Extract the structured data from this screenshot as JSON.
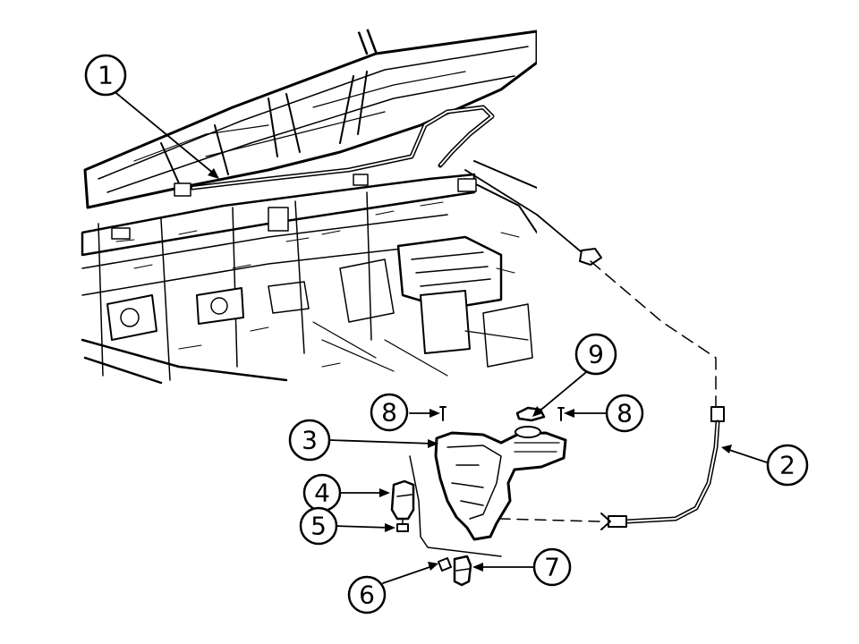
{
  "callouts": [
    {
      "id": "1",
      "label": "1"
    },
    {
      "id": "2",
      "label": "2"
    },
    {
      "id": "3",
      "label": "3"
    },
    {
      "id": "4",
      "label": "4"
    },
    {
      "id": "5",
      "label": "5"
    },
    {
      "id": "6",
      "label": "6"
    },
    {
      "id": "7",
      "label": "7"
    },
    {
      "id": "8a",
      "label": "8"
    },
    {
      "id": "8b",
      "label": "8"
    },
    {
      "id": "9",
      "label": "9"
    }
  ]
}
